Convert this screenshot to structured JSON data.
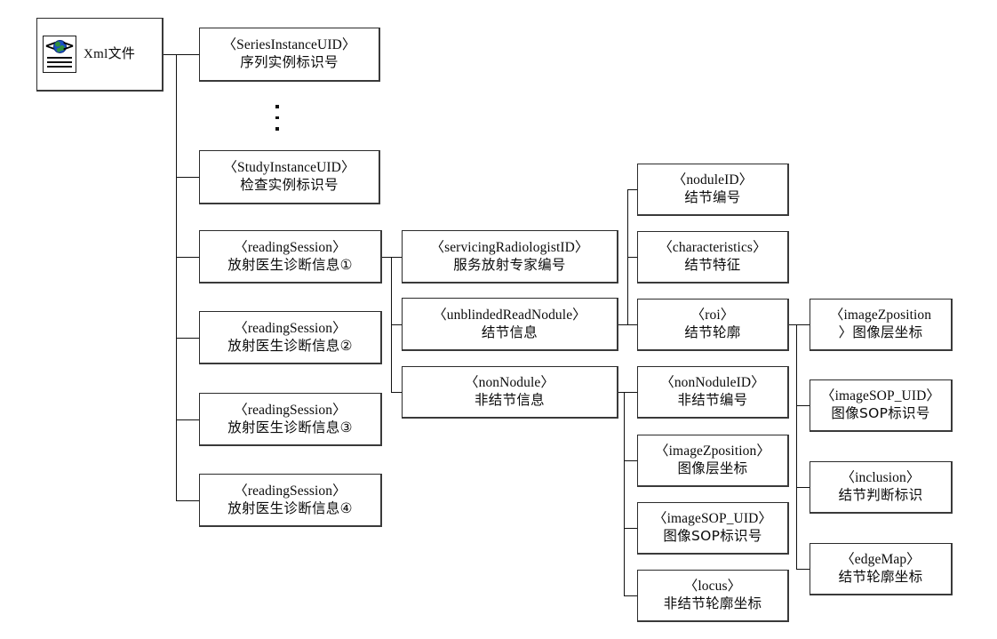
{
  "diagram": {
    "title": "LIDC XML file structure tree diagram",
    "root": {
      "icon": "xml-file-icon",
      "label": "Xml文件"
    },
    "ellipsis": "⋮",
    "nodes": [
      {
        "id": "seriesInstanceUID",
        "tag": "〈SeriesInstanceUID〉",
        "cn": "序列实例标识号"
      },
      {
        "id": "studyInstanceUID",
        "tag": "〈StudyInstanceUID〉",
        "cn": "检查实例标识号"
      },
      {
        "id": "readingSession1",
        "tag": "〈readingSession〉",
        "cn": "放射医生诊断信息①"
      },
      {
        "id": "readingSession2",
        "tag": "〈readingSession〉",
        "cn": "放射医生诊断信息②"
      },
      {
        "id": "readingSession3",
        "tag": "〈readingSession〉",
        "cn": "放射医生诊断信息③"
      },
      {
        "id": "readingSession4",
        "tag": "〈readingSession〉",
        "cn": "放射医生诊断信息④"
      },
      {
        "id": "servicingRadiologistID",
        "tag": "〈servicingRadiologistID〉",
        "cn": "服务放射专家编号"
      },
      {
        "id": "unblindedReadNodule",
        "tag": "〈unblindedReadNodule〉",
        "cn": "结节信息"
      },
      {
        "id": "nonNodule",
        "tag": "〈nonNodule〉",
        "cn": "非结节信息"
      },
      {
        "id": "noduleID",
        "tag": "〈noduleID〉",
        "cn": "结节编号"
      },
      {
        "id": "characteristics",
        "tag": "〈characteristics〉",
        "cn": "结节特征"
      },
      {
        "id": "roi",
        "tag": "〈roi〉",
        "cn": "结节轮廓"
      },
      {
        "id": "nonNoduleID",
        "tag": "〈nonNoduleID〉",
        "cn": "非结节编号"
      },
      {
        "id": "imageZposition_nn",
        "tag": "〈imageZposition〉",
        "cn": "图像层坐标"
      },
      {
        "id": "imageSOPUID_nn",
        "tag": "〈imageSOP_UID〉",
        "cn": "图像SOP标识号"
      },
      {
        "id": "locus",
        "tag": "〈locus〉",
        "cn": "非结节轮廓坐标"
      },
      {
        "id": "imageZposition_roi",
        "tag": "〈imageZposition",
        "cn": "〉图像层坐标"
      },
      {
        "id": "imageSOPUID_roi",
        "tag": "〈imageSOP_UID〉",
        "cn": "图像SOP标识号"
      },
      {
        "id": "inclusion",
        "tag": "〈inclusion〉",
        "cn": "结节判断标识"
      },
      {
        "id": "edgeMap",
        "tag": "〈edgeMap〉",
        "cn": "结节轮廓坐标"
      }
    ],
    "colors": {
      "background": "#ffffff",
      "box_border": "#2b2b2b",
      "connector": "#111111",
      "text": "#0b0b0b"
    }
  }
}
